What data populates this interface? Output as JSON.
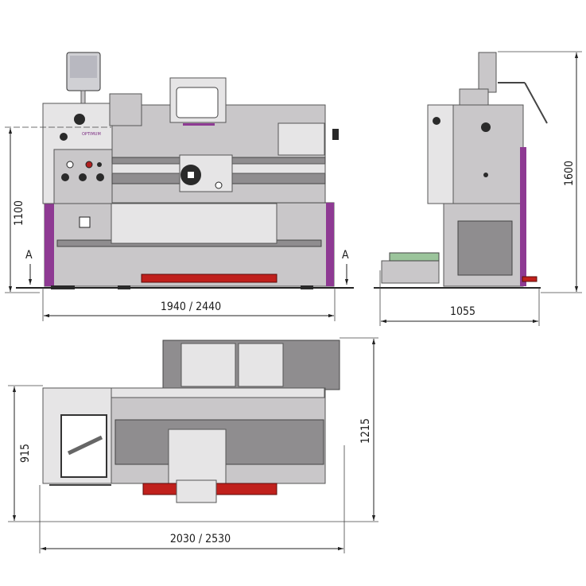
{
  "views": {
    "front": {
      "height_label": "1100",
      "width_label": "1940 / 2440",
      "section_marks": [
        "A",
        "A"
      ]
    },
    "side": {
      "height_label": "1600",
      "depth_label": "1055"
    },
    "top": {
      "depth_label": "915",
      "overall_depth_label": "1215",
      "length_label": "2030 / 2530"
    }
  },
  "logo": "OPTIMUM",
  "colors": {
    "accent_purple": "#8e3a93",
    "chip_tray_red": "#c0201c",
    "body_grey": "#c9c7c9"
  }
}
